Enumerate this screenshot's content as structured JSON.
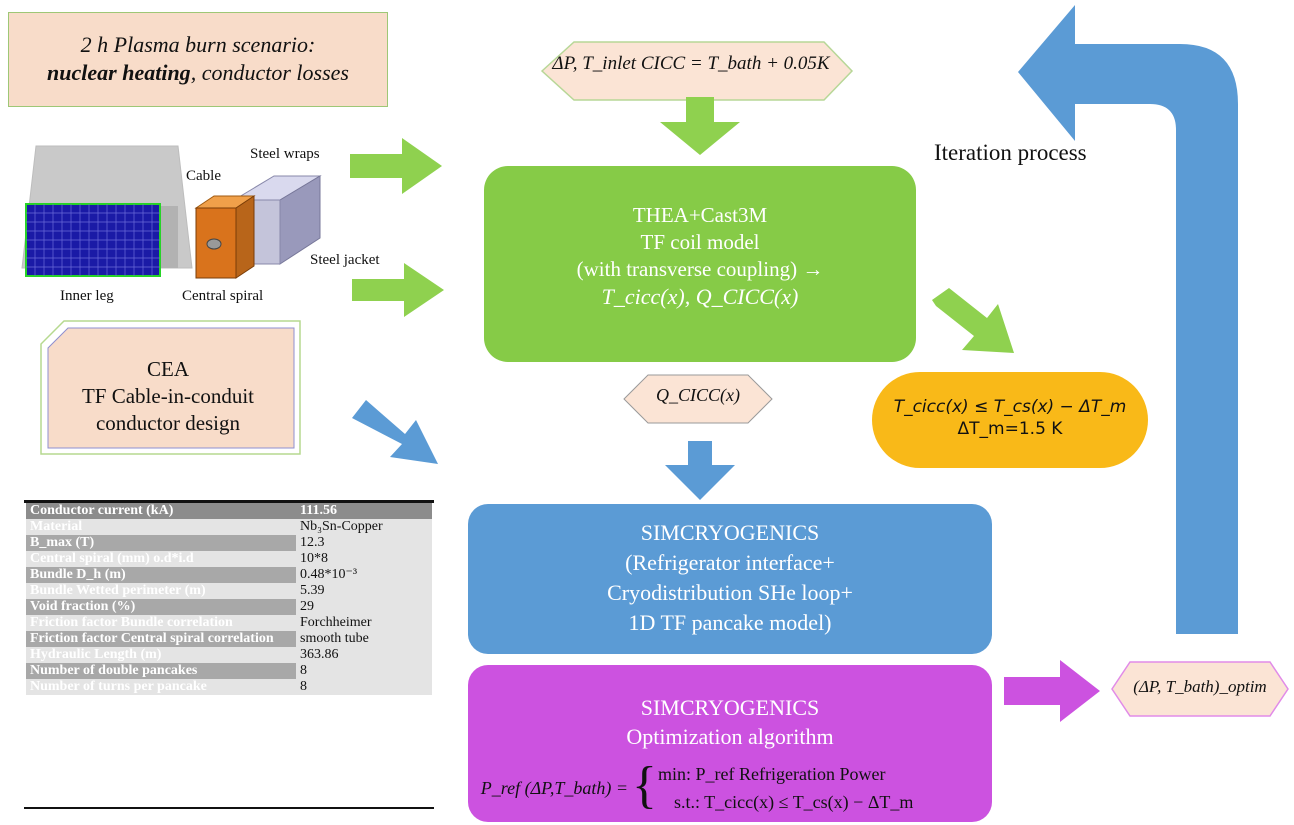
{
  "scenario": {
    "line1": "2 h Plasma burn scenario:",
    "line2_bold": "nuclear heating",
    "line2_rest": ", conductor losses"
  },
  "inlet_condition": "ΔP, T_inlet CICC = T_bath + 0.05K",
  "geometry_labels": {
    "steel_wraps": "Steel wraps",
    "cable": "Cable",
    "steel_jacket": "Steel jacket",
    "inner_leg": "Inner leg",
    "central_spiral": "Central spiral"
  },
  "thea_box": {
    "line1": "THEA+Cast3M",
    "line2": "TF coil model",
    "line3": "(with transverse coupling) →",
    "line4": "T_cicc(x), Q_CICC(x)"
  },
  "q_label": "Q_CICC(x)",
  "constraint": {
    "line1": "T_cicc(x) ≤ T_cs(x) − ΔT_m",
    "line2": "ΔT_m=1.5 K"
  },
  "iteration_label": "Iteration process",
  "cea_box": {
    "line1": "CEA",
    "line2": "TF Cable-in-conduit",
    "line3": "conductor design"
  },
  "simcryo_blue": {
    "line1": "SIMCRYOGENICS",
    "line2": "(Refrigerator interface+",
    "line3": "Cryodistribution SHe loop+",
    "line4": "1D TF pancake model)"
  },
  "simcryo_purple": {
    "line1": "SIMCRYOGENICS",
    "line2": "Optimization algorithm",
    "lhs": "P_ref (ΔP,T_bath) =",
    "min_line": "min: P_ref Refrigeration Power",
    "st_line": "s.t.:  T_cicc(x) ≤ T_cs(x) − ΔT_m"
  },
  "optimum_output": "(ΔP, T_bath)_optim",
  "spec_table": {
    "rows": [
      {
        "k": "Conductor current (kA)",
        "v": "111.56"
      },
      {
        "k": "Material",
        "v": "Nb₃Sn-Copper"
      },
      {
        "k": "B_max (T)",
        "v": "12.3"
      },
      {
        "k": "Central spiral (mm) o.d*i.d",
        "v": "10*8"
      },
      {
        "k": "Bundle D_h (m)",
        "v": "0.48*10⁻³"
      },
      {
        "k": "Bundle Wetted perimeter (m)",
        "v": "5.39"
      },
      {
        "k": "Void fraction (%)",
        "v": "29"
      },
      {
        "k": "Friction factor Bundle correlation",
        "v": "Forchheimer"
      },
      {
        "k": "Friction factor Central spiral correlation",
        "v": "smooth tube"
      },
      {
        "k": "Hydraulic Length (m)",
        "v": "363.86"
      },
      {
        "k": "Number of double pancakes",
        "v": "8"
      },
      {
        "k": "Number of turns per pancake",
        "v": "8"
      }
    ]
  },
  "colors": {
    "green_box": "#86cb47",
    "green_arrow": "#8fd14f",
    "blue_box": "#5b9bd5",
    "blue_arrow": "#5b9bd5",
    "purple_box": "#cc52e0",
    "yellow_box": "#f9b918",
    "peach": "#f8dcc9"
  }
}
